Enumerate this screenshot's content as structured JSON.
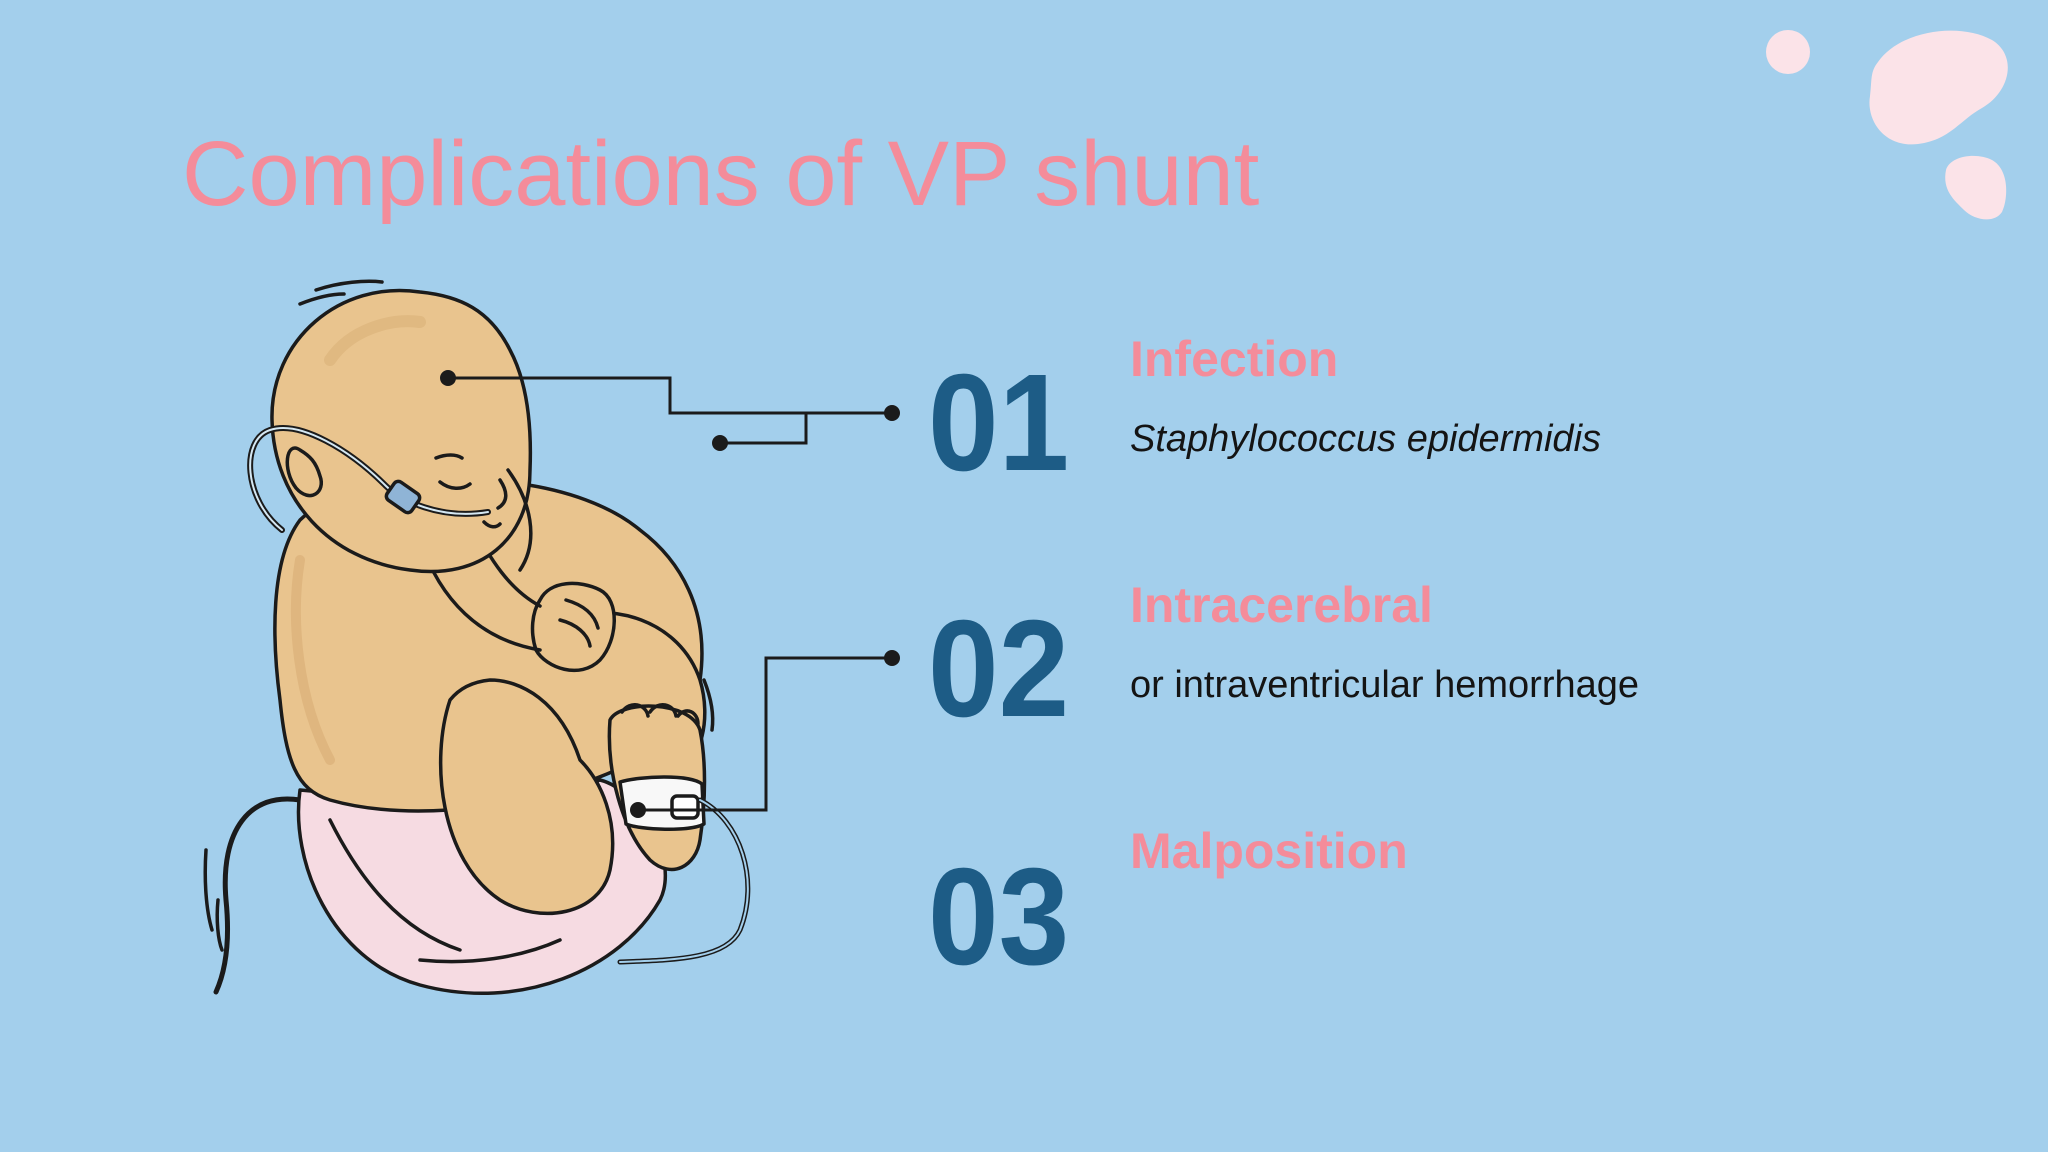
{
  "slide": {
    "title": "Complications of VP shunt",
    "items": [
      {
        "number": "01",
        "title": "Infection",
        "description": "Staphylococcus epidermidis"
      },
      {
        "number": "02",
        "title": "Intracerebral",
        "description": "or intraventricular hemorrhage"
      },
      {
        "number": "03",
        "title": "Malposition",
        "description": ""
      }
    ]
  },
  "colors": {
    "background": "#a3cfec",
    "title": "#f48c9a",
    "accent_pink": "#f48c9a",
    "number": "#1d5c86",
    "text": "#141414",
    "skin": "#e9c48e",
    "skin_shadow": "#d8ae74",
    "diaper": "#f6dbe2",
    "blob": "#fbe3e8"
  },
  "illustration": {
    "subject": "fetus-with-shunt-illustration"
  }
}
